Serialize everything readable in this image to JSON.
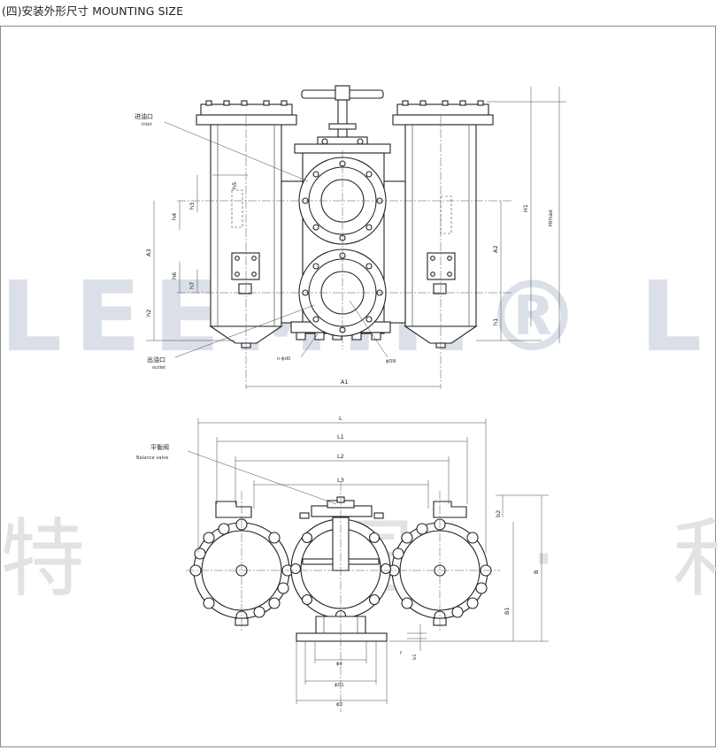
{
  "header": {
    "title": "(四)安装外形尺寸 MOUNTING SIZE"
  },
  "watermark": {
    "logo_text": "LEEMIN® LEFI",
    "cn_text": "特 中国 · 利"
  },
  "top_view": {
    "inlet_cn": "进油口",
    "inlet_en": "Inlet",
    "outlet_cn": "出油口",
    "outlet_en": "outlet",
    "dims": {
      "H1": "H1",
      "Hmax": "Hmax",
      "A2": "A2",
      "h1": "h1",
      "A3": "A3",
      "h2": "h2",
      "h3": "h3",
      "h4": "h4",
      "h5": "h5",
      "h6": "h6",
      "h7": "h7",
      "A1": "A1",
      "nd0": "n-ϕd0",
      "DN": "ϕDN"
    }
  },
  "side_view": {
    "balance_cn": "平衡阀",
    "balance_en": "Balance valve",
    "dims": {
      "L": "L",
      "L1": "L1",
      "L2": "L2",
      "L3": "L3",
      "b2": "b2",
      "B": "B",
      "B1": "B1",
      "f": "f",
      "b1": "b1",
      "d": "ϕd",
      "D1": "ϕD1",
      "D": "ϕD"
    }
  },
  "colors": {
    "line": "#222222",
    "frame": "#8c8c8c",
    "watermark_blue": "#dadfe8",
    "watermark_grey": "#e2e2e2"
  }
}
